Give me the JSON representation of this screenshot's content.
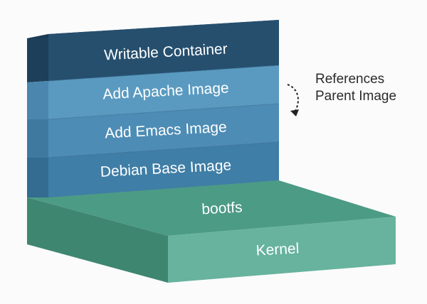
{
  "diagram": {
    "layers": [
      {
        "id": "writable",
        "label": "Writable Container",
        "color": "#264f6e"
      },
      {
        "id": "apache",
        "label": "Add Apache Image",
        "color": "#5a9ac0"
      },
      {
        "id": "emacs",
        "label": "Add Emacs Image",
        "color": "#4d8cb5"
      },
      {
        "id": "debian",
        "label": "Debian Base Image",
        "color": "#3f7ea6"
      },
      {
        "id": "bootfs",
        "label": "bootfs",
        "color": "#4a9a84"
      },
      {
        "id": "kernel",
        "label": "Kernel",
        "color": "#66b29c"
      }
    ],
    "annotation": {
      "line1": "References",
      "line2": "Parent Image",
      "icon": "curved-arrow-icon"
    }
  }
}
